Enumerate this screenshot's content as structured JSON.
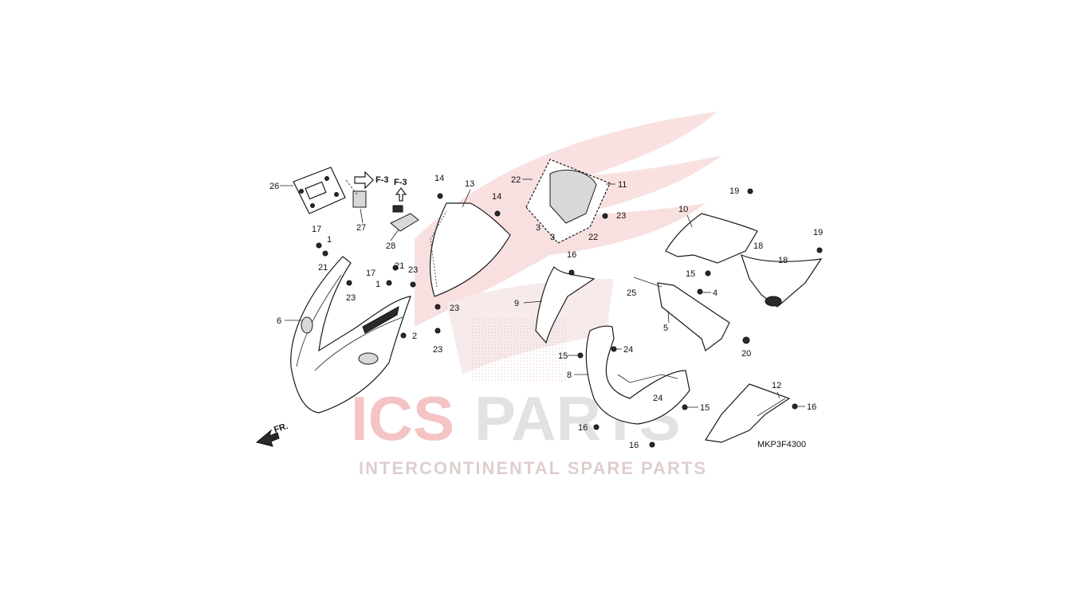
{
  "watermark": {
    "brand": "ICSPARTS",
    "brand_accent_part": "ICS",
    "brand_rest_part": "PARTS",
    "tagline": "INTERCONTINENTAL SPARE PARTS",
    "colors": {
      "accent": "#e88a8a",
      "grey": "#c9c9c9",
      "wing": "#f4c8c8"
    }
  },
  "diagram": {
    "code": "MKP3F4300",
    "direction_label": "FR.",
    "ref_labels": [
      "F-3",
      "F-3"
    ],
    "callouts": [
      "1",
      "1",
      "2",
      "3",
      "3",
      "4",
      "5",
      "6",
      "8",
      "9",
      "10",
      "11",
      "12",
      "13",
      "14",
      "14",
      "15",
      "15",
      "15",
      "16",
      "16",
      "16",
      "16",
      "17",
      "17",
      "18",
      "18",
      "19",
      "19",
      "20",
      "21",
      "21",
      "22",
      "22",
      "23",
      "23",
      "23",
      "23",
      "23",
      "24",
      "24",
      "25",
      "26",
      "27",
      "28"
    ]
  }
}
